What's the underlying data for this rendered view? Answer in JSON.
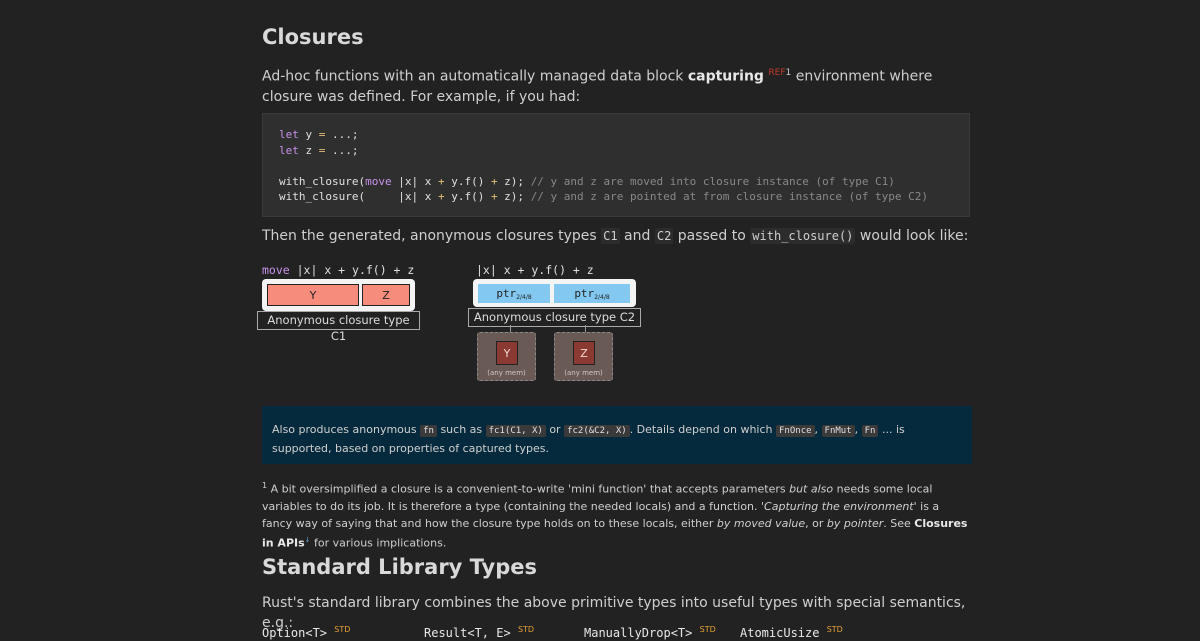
{
  "closures": {
    "title": "Closures",
    "intro_a": "Ad-hoc functions with an automatically managed data block ",
    "intro_bold": "capturing",
    "intro_ref": "REF",
    "intro_note": "1",
    "intro_b": " environment where closure was defined. For example, if you had:",
    "code_lines": [
      "let y = ...;",
      "let z = ...;",
      "",
      "with_closure(move |x| x + y.f() + z); // y and z are moved into closure instance (of type C1)",
      "with_closure(     |x| x + y.f() + z); // y and z are pointed at from closure instance (of type C2)"
    ],
    "then_a": "Then the generated, anonymous closures types ",
    "then_c1": "C1",
    "then_and": " and ",
    "then_c2": "C2",
    "then_b": " passed to ",
    "then_fn": "with_closure()",
    "then_c": " would look like:"
  },
  "diagram": {
    "left_code_kw": "move",
    "left_code_rest": " |x| x + y.f() + z",
    "left_y": "Y",
    "left_z": "Z",
    "left_label": "Anonymous closure type C1",
    "right_code": "|x| x + y.f() + z",
    "ptr": "ptr",
    "ptr_sub": "2/4/8",
    "right_label": "Anonymous closure type C2",
    "mem_y": "Y",
    "mem_z": "Z",
    "mem_caption": "(any mem)"
  },
  "note": {
    "a": "Also produces anonymous ",
    "fn": "fn",
    "b": " such as ",
    "fc1": "fc1(C1, X)",
    "c": " or ",
    "fc2": "fc2(&C2, X)",
    "d": ". Details depend on which ",
    "fnonce": "FnOnce",
    "e": ", ",
    "fnmut": "FnMut",
    "f": ", ",
    "fn2": "Fn",
    "g": " ... is supported, based on properties of captured types."
  },
  "footnote": {
    "mark": "1",
    "a": " A bit oversimplified a closure is a convenient-to-write 'mini function' that accepts parameters ",
    "but_also": "but also",
    "b": " needs some local variables to do its job. It is therefore a type (containing the needed locals) and a function. ",
    "capturing": "'Capturing the environment'",
    "c": " is a fancy way of saying that and how the closure type holds on to these locals, either ",
    "by_moved": "by moved value",
    "d": ", or ",
    "by_pointer": "by pointer",
    "e": ". See ",
    "link": "Closures in APIs",
    "link_mark": "↓",
    "f": " for various implications."
  },
  "std": {
    "title": "Standard Library Types",
    "intro": "Rust's standard library combines the above primitive types into useful types with special semantics, e.g.:",
    "items": [
      {
        "name": "Option<T>",
        "tag": "STD"
      },
      {
        "name": "Result<T, E>",
        "tag": "STD"
      },
      {
        "name": "ManuallyDrop<T>",
        "tag": "STD"
      },
      {
        "name": "AtomicUsize",
        "tag": "STD"
      }
    ]
  },
  "colors": {
    "background": "#222222",
    "code_bg": "#2f2f2f",
    "note_bg": "#052a3e",
    "captured_red": "#f58c7c",
    "ptr_blue": "#82c8f0"
  }
}
